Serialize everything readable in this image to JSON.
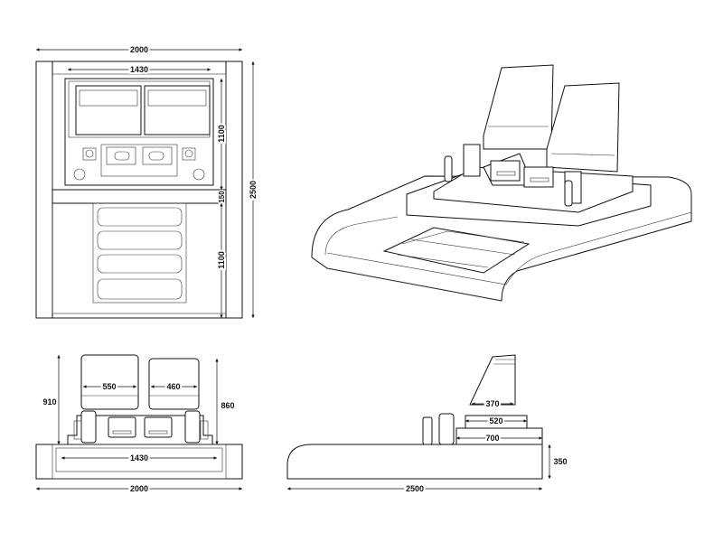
{
  "top_view": {
    "width_total": "2000",
    "width_inner": "1430",
    "height_total": "2500",
    "height_upper": "1100",
    "height_band": "150",
    "height_lower": "1100"
  },
  "front_view": {
    "monitor_left": "550",
    "monitor_right": "460",
    "height_left": "910",
    "height_right": "860",
    "console_width": "1430",
    "width_total": "2000"
  },
  "side_view": {
    "monitor_depth": "370",
    "step_upper": "520",
    "step_lower": "700",
    "base_height": "350",
    "length_total": "2500"
  }
}
